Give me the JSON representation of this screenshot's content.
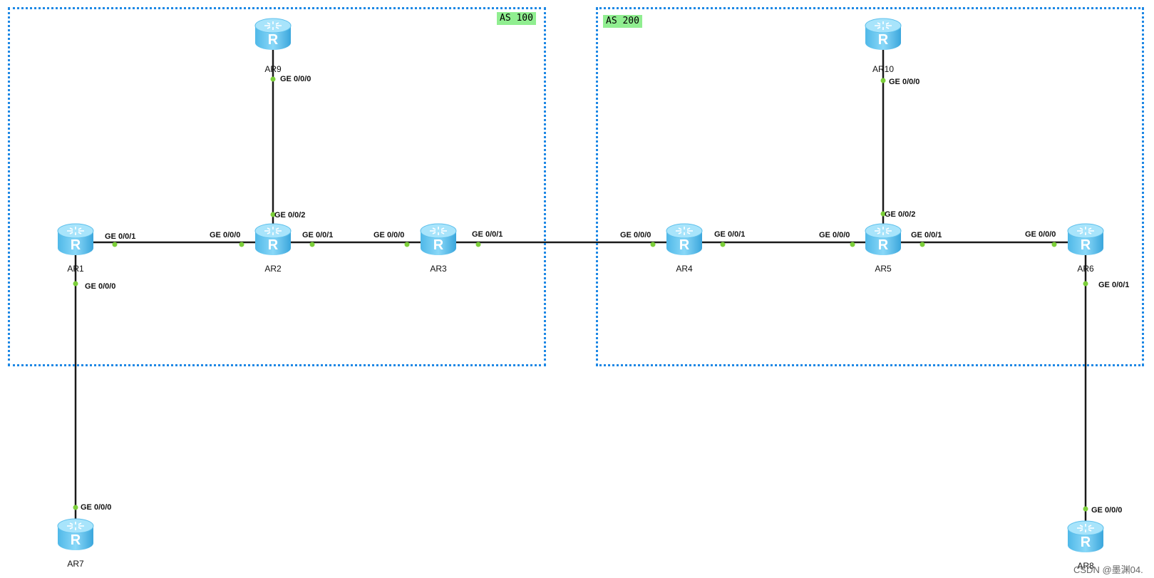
{
  "as_areas": [
    {
      "id": "as100",
      "label": "AS 100"
    },
    {
      "id": "as200",
      "label": "AS 200"
    }
  ],
  "routers": [
    {
      "id": "AR1",
      "name": "AR1"
    },
    {
      "id": "AR2",
      "name": "AR2"
    },
    {
      "id": "AR3",
      "name": "AR3"
    },
    {
      "id": "AR4",
      "name": "AR4"
    },
    {
      "id": "AR5",
      "name": "AR5"
    },
    {
      "id": "AR6",
      "name": "AR6"
    },
    {
      "id": "AR7",
      "name": "AR7"
    },
    {
      "id": "AR8",
      "name": "AR8"
    },
    {
      "id": "AR9",
      "name": "AR9"
    },
    {
      "id": "AR10",
      "name": "AR10"
    }
  ],
  "links": [
    {
      "from": "AR1",
      "to": "AR2",
      "from_port": "GE 0/0/1",
      "to_port": "GE 0/0/0"
    },
    {
      "from": "AR2",
      "to": "AR3",
      "from_port": "GE 0/0/1",
      "to_port": "GE 0/0/0"
    },
    {
      "from": "AR3",
      "to": "AR4",
      "from_port": "GE 0/0/1",
      "to_port": "GE 0/0/0"
    },
    {
      "from": "AR4",
      "to": "AR5",
      "from_port": "GE 0/0/1",
      "to_port": "GE 0/0/0"
    },
    {
      "from": "AR5",
      "to": "AR6",
      "from_port": "GE 0/0/1",
      "to_port": "GE 0/0/0"
    },
    {
      "from": "AR9",
      "to": "AR2",
      "from_port": "GE 0/0/0",
      "to_port": "GE 0/0/2"
    },
    {
      "from": "AR10",
      "to": "AR5",
      "from_port": "GE 0/0/0",
      "to_port": "GE 0/0/2"
    },
    {
      "from": "AR1",
      "to": "AR7",
      "from_port": "GE 0/0/0",
      "to_port": "GE 0/0/0"
    },
    {
      "from": "AR6",
      "to": "AR8",
      "from_port": "GE 0/0/1",
      "to_port": "GE 0/0/0"
    }
  ],
  "router_glyph": "R",
  "watermark": "CSDN @墨渊04."
}
